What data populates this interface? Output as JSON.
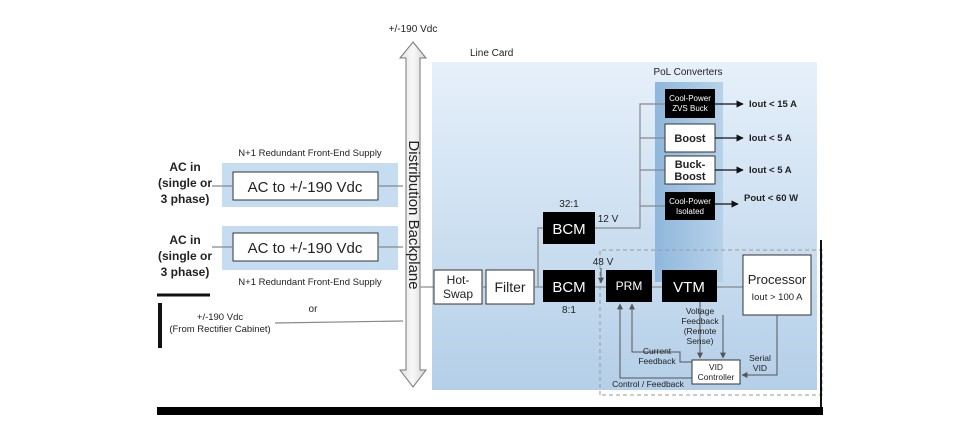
{
  "top_label": "+/-190 Vdc",
  "backplane_label": "Distribution Backplane",
  "line_card_label": "Line Card",
  "pol_label": "PoL Converters",
  "ac_inputs": [
    {
      "line1": "AC in",
      "line2": "(single or",
      "line3": "3 phase)",
      "box": "AC to +/-190 Vdc",
      "caption": "N+1 Redundant Front-End Supply"
    },
    {
      "line1": "AC in",
      "line2": "(single or",
      "line3": "3 phase)",
      "box": "AC to +/-190 Vdc",
      "caption": "N+1 Redundant Front-End Supply"
    }
  ],
  "or_label": "or",
  "rectifier": {
    "line1": "+/-190 Vdc",
    "line2": "(From Rectifier Cabinet)"
  },
  "hotswap": {
    "line1": "Hot-",
    "line2": "Swap"
  },
  "filter": "Filter",
  "bcm_top": {
    "label": "BCM",
    "ratio": "32:1",
    "out": "12 V"
  },
  "bcm_bottom": {
    "label": "BCM",
    "ratio": "8:1",
    "out": "48 V"
  },
  "prm": "PRM",
  "vtm": "VTM",
  "processor": {
    "label": "Processor",
    "sub": "Iout > 100 A"
  },
  "pol": [
    {
      "line1": "Cool-Power",
      "line2": "ZVS Buck",
      "out": "Iout < 15 A"
    },
    {
      "line1": "Boost",
      "line2": "",
      "out": "Iout < 5 A"
    },
    {
      "line1": "Buck-",
      "line2": "Boost",
      "out": "Iout < 5 A"
    },
    {
      "line1": "Cool-Power",
      "line2": "Isolated",
      "out": "Pout < 60 W"
    }
  ],
  "feedback": {
    "voltage": [
      "Voltage",
      "Feedback",
      "(Remote",
      "Sense)"
    ],
    "current": [
      "Current",
      "Feedback"
    ],
    "serial": [
      "Serial",
      "VID"
    ],
    "vid": [
      "VID",
      "Controller"
    ],
    "control": "Control / Feedback"
  }
}
